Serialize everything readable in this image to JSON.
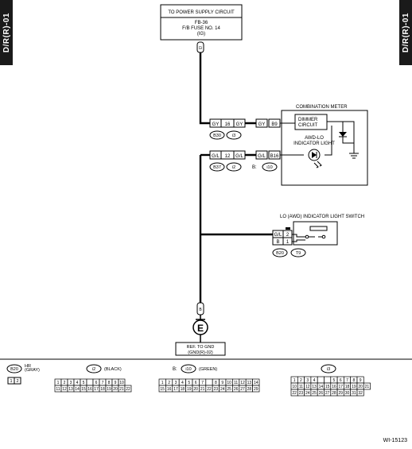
{
  "side_tab": "D/R(R)-01",
  "power_box": {
    "title": "TO POWER SUPPLY CIRCUIT",
    "line1": "FB-36",
    "line2": "F/B FUSE NO. 14",
    "line3": "(IG)"
  },
  "top_connector_pin": "i3",
  "meter": {
    "title": "COMBINATION METER",
    "dimmer1": "DIMMER",
    "dimmer2": "CIRCUIT",
    "light1": "AWD-LO",
    "light2": "INDICATOR LIGHT"
  },
  "row1": {
    "wire_left": "GY",
    "pin": "16",
    "wire_right": "GY",
    "wire_meter": "GY",
    "meter_pin": "B9",
    "conn_a": "B30",
    "conn_b": "i3"
  },
  "row2": {
    "wire_left": "G/L",
    "pin": "12",
    "wire_right": "G/L",
    "wire_meter": "G/L",
    "meter_pin": "B16",
    "conn_a": "B37",
    "conn_b": "i2",
    "conn_c_prefix": "B:",
    "conn_c": "i10"
  },
  "switch": {
    "title": "LO (AWD) INDICATOR LIGHT SWITCH",
    "wire1": "G/L",
    "pin1": "2",
    "wire2": "B",
    "pin2": "1",
    "conn_a": "B20",
    "conn_b": "T9"
  },
  "ground": {
    "wire": "B",
    "symbol": "E",
    "ref1": "REF. TO GND",
    "ref2": "(GND(R)-02)"
  },
  "legend": {
    "b20": {
      "id": "B20",
      "type": "HR",
      "color": "(GRAY)",
      "pins": [
        "1",
        "2"
      ]
    },
    "i2": {
      "id": "i2",
      "color": "(BLACK)",
      "row1": [
        "1",
        "2",
        "3",
        "4",
        "5",
        "",
        "6",
        "7",
        "8",
        "9",
        "10"
      ],
      "row2": [
        "11",
        "12",
        "13",
        "14",
        "15",
        "16",
        "17",
        "18",
        "19",
        "20",
        "21",
        "22"
      ]
    },
    "i10": {
      "prefix": "B:",
      "id": "i10",
      "color": "(GREEN)",
      "row1": [
        "1",
        "2",
        "3",
        "4",
        "5",
        "6",
        "7",
        "",
        "8",
        "9",
        "10",
        "11",
        "12",
        "13",
        "14"
      ],
      "row2": [
        "15",
        "16",
        "17",
        "18",
        "19",
        "20",
        "21",
        "22",
        "23",
        "24",
        "25",
        "26",
        "27",
        "28",
        "29"
      ]
    },
    "i3": {
      "id": "i3",
      "row1": [
        "1",
        "2",
        "3",
        "4",
        "",
        "",
        "5",
        "6",
        "7",
        "8",
        "9"
      ],
      "row2": [
        "10",
        "11",
        "12",
        "13",
        "14",
        "15",
        "16",
        "17",
        "18",
        "19",
        "20",
        "21"
      ],
      "row3": [
        "22",
        "23",
        "24",
        "25",
        "26",
        "27",
        "28",
        "29",
        "30",
        "31",
        "32"
      ]
    }
  },
  "footer_code": "WI-15123"
}
